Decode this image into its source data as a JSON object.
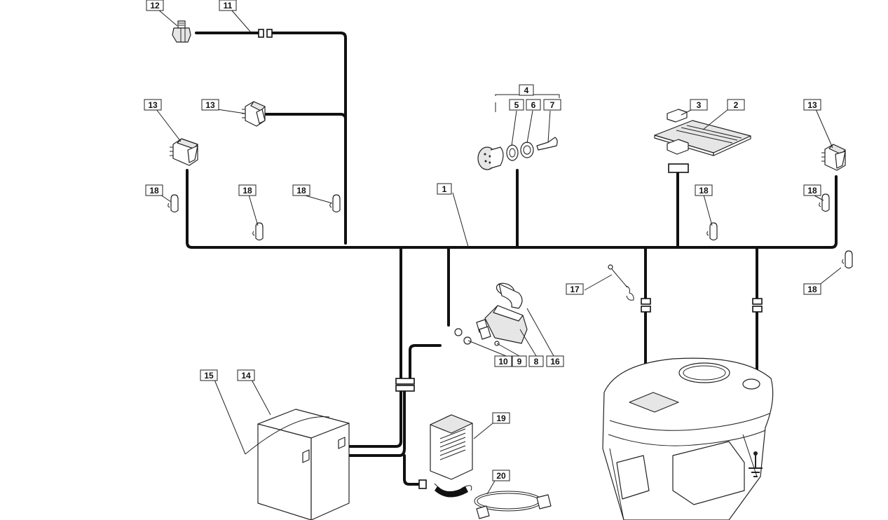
{
  "callouts": {
    "c1": "1",
    "c2": "2",
    "c3": "3",
    "c4": "4",
    "c5": "5",
    "c6": "6",
    "c7": "7",
    "c8": "8",
    "c9": "9",
    "c10": "10",
    "c11": "11",
    "c12": "12",
    "c13a": "13",
    "c13b": "13",
    "c13c": "13",
    "c14": "14",
    "c15": "15",
    "c16": "16",
    "c17": "17",
    "c18a": "18",
    "c18b": "18",
    "c18c": "18",
    "c18d": "18",
    "c18e": "18",
    "c18f": "18",
    "c19": "19",
    "c20": "20"
  },
  "icons": [
    "sensor-icon",
    "switch-icon",
    "ignition-switch-icon",
    "circuit-board-icon",
    "solenoid-icon",
    "battery-icon",
    "charger-icon",
    "engine-icon",
    "ground-icon",
    "clip-icon"
  ]
}
